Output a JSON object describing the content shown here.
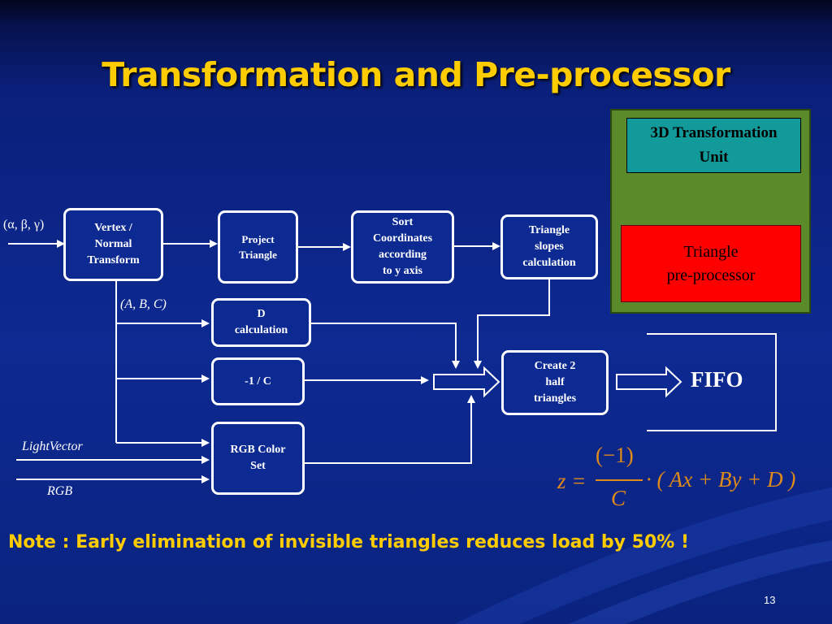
{
  "slide": {
    "title": "Transformation and Pre-processor",
    "note": "Note : Early elimination of invisible triangles reduces load by 50% !",
    "number": "13"
  },
  "inputs": {
    "angles": "(α, β, γ)",
    "abc": "(A, B, C)",
    "light_vector": "LightVector",
    "rgb": "RGB"
  },
  "blocks": {
    "vertex": "Vertex /\nNormal\nTransform",
    "project": "Project\nTriangle",
    "sort": "Sort\nCoordinates\naccording\nto y axis",
    "slopes": "Triangle\nslopes\ncalculation",
    "d_calc": "D\ncalculation",
    "inv_c": "-1 / C",
    "rgb_color": "RGB Color\nSet",
    "create": "Create 2\nhalf\ntriangles",
    "fifo": "FIFO"
  },
  "side_panel": {
    "unit_top": "3D Transformation\nUnit",
    "unit_bottom": "Triangle\npre-processor"
  },
  "formula": {
    "lhs": "z =",
    "numerator": "(−1)",
    "denominator": "C",
    "rhs": "· ( Ax + By + D )"
  },
  "colors": {
    "title": "#ffcc00",
    "note": "#ffcc00",
    "formula": "#e08a1a",
    "panel_green": "#5a8a2a",
    "unit_teal": "#129a9a",
    "preprocessor_red": "#ff0000"
  }
}
